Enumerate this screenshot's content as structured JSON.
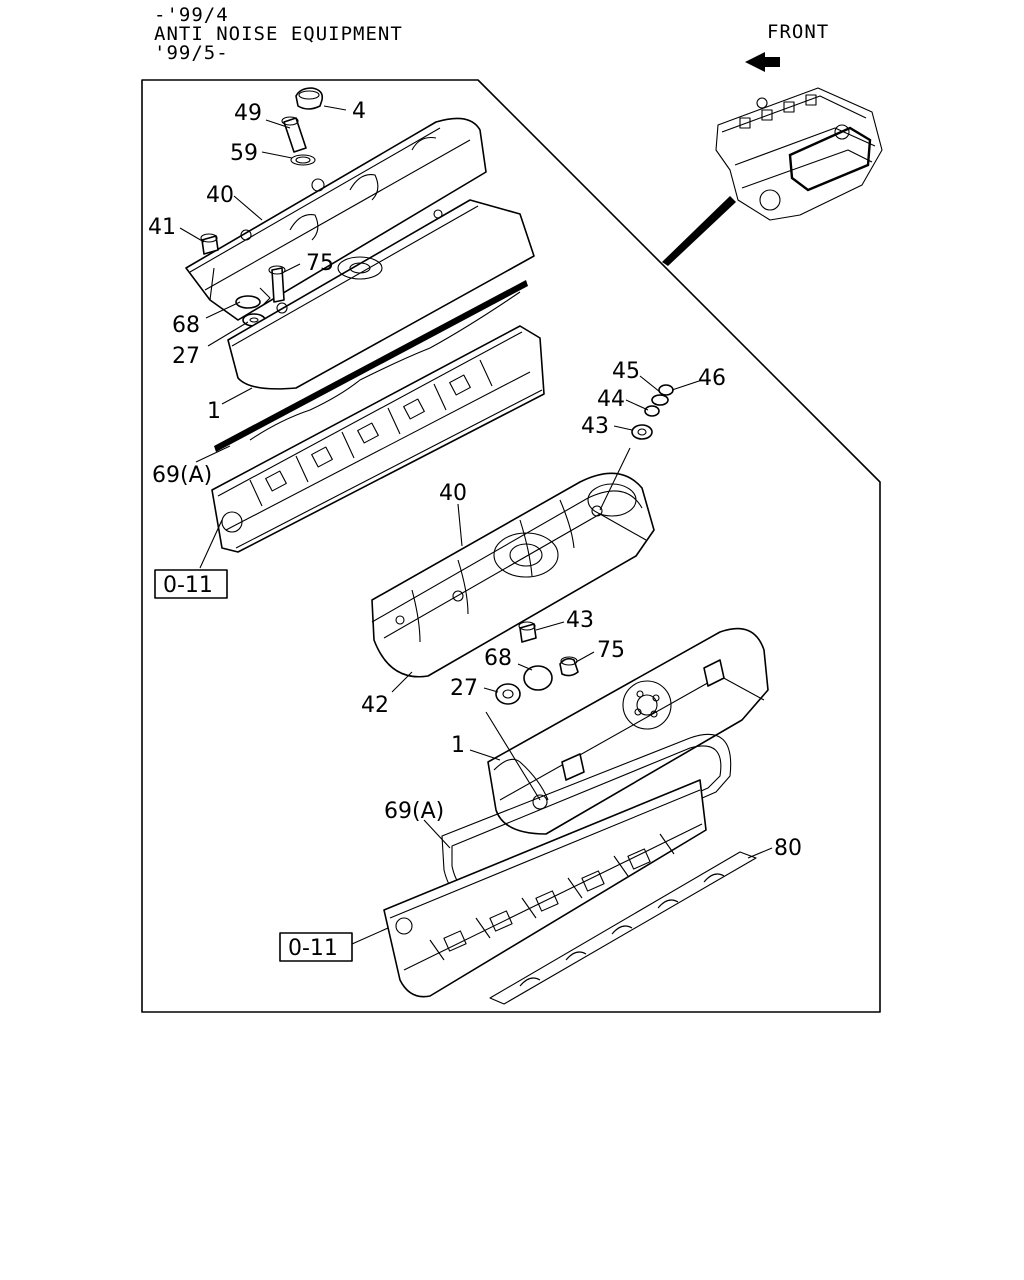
{
  "header": {
    "line1": "-'99/4",
    "line2": "ANTI NOISE EQUIPMENT",
    "line3": "'99/5-"
  },
  "front_label": "FRONT",
  "upper_assembly": {
    "labels": [
      "49",
      "4",
      "59",
      "40",
      "41",
      "75",
      "68",
      "27",
      "1",
      "69(A)"
    ],
    "ref_box": "0-11"
  },
  "lower_assembly": {
    "labels": [
      "45",
      "46",
      "44",
      "43",
      "40",
      "43",
      "75",
      "68",
      "27",
      "42",
      "1",
      "69(A)",
      "80"
    ],
    "ref_box": "0-11"
  },
  "icons": [
    "front-arrow-icon",
    "engine-overview-icon"
  ]
}
